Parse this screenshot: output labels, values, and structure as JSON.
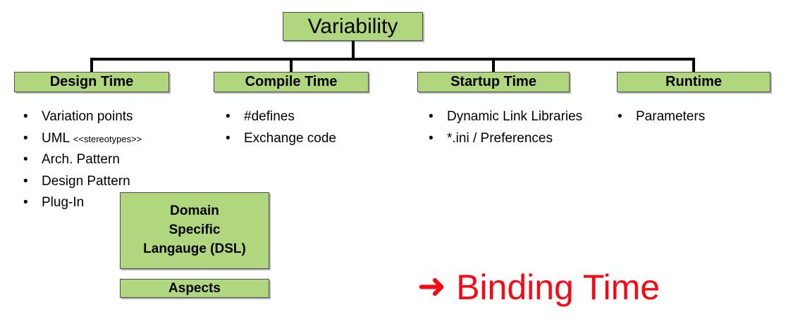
{
  "diagram": {
    "title": "Variability",
    "root": {
      "label": "Variability"
    },
    "phases": [
      {
        "id": "design-time",
        "label": "Design Time",
        "items": [
          {
            "text": "Variation points",
            "suffix": ""
          },
          {
            "text": "UML",
            "suffix": "<<stereotypes>>"
          },
          {
            "text": "Arch. Pattern",
            "suffix": ""
          },
          {
            "text": "Design Pattern",
            "suffix": ""
          },
          {
            "text": "Plug-In",
            "suffix": ""
          }
        ]
      },
      {
        "id": "compile-time",
        "label": "Compile Time",
        "items": [
          {
            "text": "#defines",
            "suffix": ""
          },
          {
            "text": "Exchange code",
            "suffix": ""
          }
        ]
      },
      {
        "id": "startup-time",
        "label": "Startup Time",
        "items": [
          {
            "text": "Dynamic Link Libraries",
            "suffix": ""
          },
          {
            "text": "*.ini / Preferences",
            "suffix": ""
          }
        ]
      },
      {
        "id": "runtime",
        "label": "Runtime",
        "items": [
          {
            "text": "Parameters",
            "suffix": ""
          }
        ]
      }
    ],
    "extra_boxes": [
      {
        "id": "dsl",
        "line1": "Domain",
        "line2": "Specific",
        "line3": "Langauge (DSL)"
      },
      {
        "id": "aspects",
        "label": "Aspects"
      }
    ],
    "callout": {
      "arrow_icon": "right-arrow-icon",
      "arrow_glyph": "➜",
      "text": "Binding Time"
    },
    "bullet_glyph": "•",
    "colors": {
      "box_fill": "#b0d67e",
      "box_border": "#4d4d4d",
      "line": "#000000",
      "callout_red": "#fb0714",
      "text": "#000000",
      "background": "#ffffff"
    }
  }
}
